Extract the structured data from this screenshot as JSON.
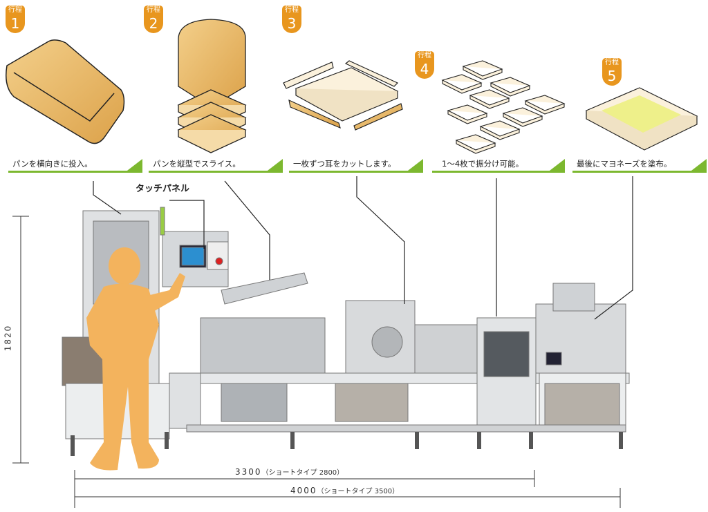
{
  "steps": [
    {
      "badge_label": "行程",
      "number": "1",
      "caption": "パンを横向きに投入。"
    },
    {
      "badge_label": "行程",
      "number": "2",
      "caption": "パンを縦型でスライス。"
    },
    {
      "badge_label": "行程",
      "number": "3",
      "caption": "一枚ずつ耳をカットします。"
    },
    {
      "badge_label": "行程",
      "number": "4",
      "caption": "1～4枚で振分け可能。"
    },
    {
      "badge_label": "行程",
      "number": "5",
      "caption": "最後にマヨネーズを塗布。"
    }
  ],
  "callouts": {
    "touch_panel": "タッチパネル"
  },
  "dimensions": {
    "height": "1820",
    "length_standard": "3300",
    "length_standard_short": "（ショートタイプ 2800）",
    "length_long": "4000",
    "length_long_short": "（ショートタイプ 3500）"
  },
  "colors": {
    "badge": "#e8961e",
    "banner_accent": "#7cb82f",
    "bread": "#e9b765",
    "person": "#f3b35d",
    "machine": "#c9ccd0"
  }
}
